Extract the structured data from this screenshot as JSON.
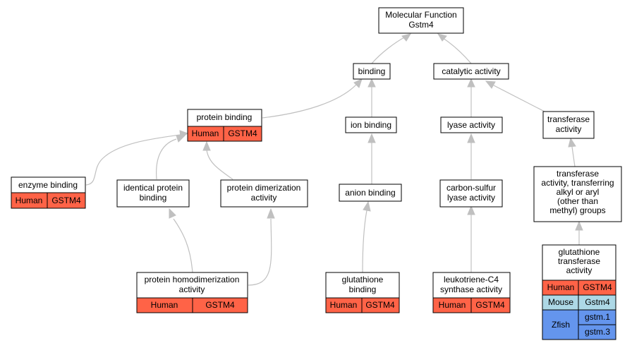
{
  "colors": {
    "human": "#ff6347",
    "mouse": "#add8e6",
    "zfish": "#6495ed",
    "edge": "#c0c0c0"
  },
  "nodes": {
    "root": [
      "Molecular Function",
      "Gstm4"
    ],
    "binding": [
      "binding"
    ],
    "catalytic": [
      "catalytic activity"
    ],
    "protein_binding": [
      "protein binding"
    ],
    "ion_binding": [
      "ion binding"
    ],
    "lyase": [
      "lyase activity"
    ],
    "transferase": [
      "transferase",
      "activity"
    ],
    "enzyme_binding": [
      "enzyme binding"
    ],
    "identical": [
      "identical protein",
      "binding"
    ],
    "dimerization": [
      "protein dimerization",
      "activity"
    ],
    "anion": [
      "anion binding"
    ],
    "carbon_sulfur": [
      "carbon-sulfur",
      "lyase activity"
    ],
    "transferase_alkyl": [
      "transferase",
      "activity, transferring",
      "alkyl or aryl",
      "(other than",
      "methyl) groups"
    ],
    "homodimerization": [
      "protein homodimerization",
      "activity"
    ],
    "glutathione_binding": [
      "glutathione",
      "binding"
    ],
    "leukotriene": [
      "leukotriene-C4",
      "synthase activity"
    ],
    "gst_activity": [
      "glutathione",
      "transferase",
      "activity"
    ]
  },
  "annotations": {
    "protein_binding": [
      [
        "Human",
        "GSTM4"
      ]
    ],
    "enzyme_binding": [
      [
        "Human",
        "GSTM4"
      ]
    ],
    "homodimerization": [
      [
        "Human",
        "GSTM4"
      ]
    ],
    "glutathione_binding": [
      [
        "Human",
        "GSTM4"
      ]
    ],
    "leukotriene": [
      [
        "Human",
        "GSTM4"
      ]
    ],
    "gst_activity": {
      "human": [
        "Human",
        "GSTM4"
      ],
      "mouse": [
        "Mouse",
        "Gstm4"
      ],
      "zfish": [
        "Zfish",
        "gstm.1",
        "gstm.3"
      ]
    }
  }
}
